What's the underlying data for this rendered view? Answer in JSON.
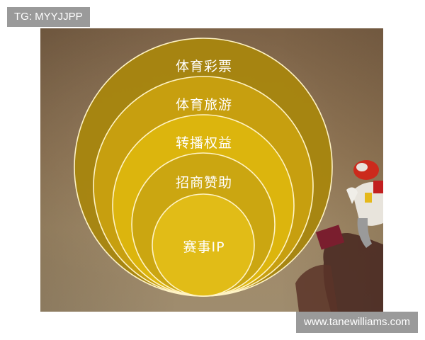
{
  "badge": {
    "text": "TG: MYYJJPP"
  },
  "watermark": {
    "text": "www.tanewilliams.com"
  },
  "diagram": {
    "rings": [
      {
        "label": "体育彩票",
        "fill": "#a8860e"
      },
      {
        "label": "体育旅游",
        "fill": "#c8a010"
      },
      {
        "label": "转播权益",
        "fill": "#ddb60e"
      },
      {
        "label": "招商赞助",
        "fill": "#c9a512"
      },
      {
        "label": "赛事IP",
        "fill": "#e2bd18"
      }
    ],
    "outline_color": "#fff3c4"
  },
  "colors": {
    "badge_bg": "#9a9a9a",
    "photo_tint": "#8d7253"
  }
}
